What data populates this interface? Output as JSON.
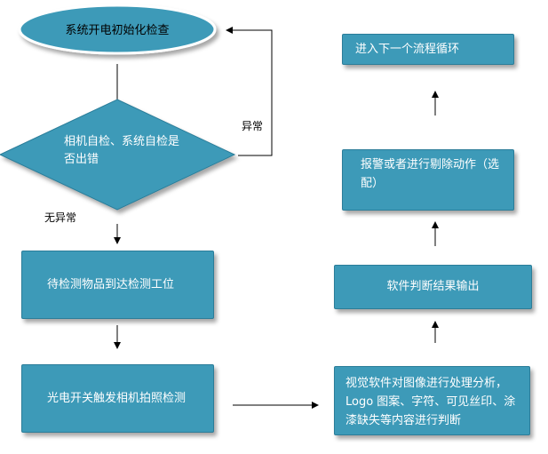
{
  "nodes": {
    "start": "系统开电初始化检查",
    "decision": "相机自检、系统自检是否出错",
    "wait": "待检测物品到达检测工位",
    "trigger": "光电开关触发相机拍照检测",
    "analyze": "视觉软件对图像进行处理分析，Logo 图案、字符、可见丝印、涂漆缺失等内容进行判断",
    "output": "软件判断结果输出",
    "alarm": "报警或者进行剔除动作（选配）",
    "next": "进入下一个流程循环"
  },
  "edge_labels": {
    "error": "异常",
    "no_error": "无异常"
  },
  "colors": {
    "node_fill": "#3d9ab8",
    "line": "#000000",
    "label_text": "#000000"
  }
}
